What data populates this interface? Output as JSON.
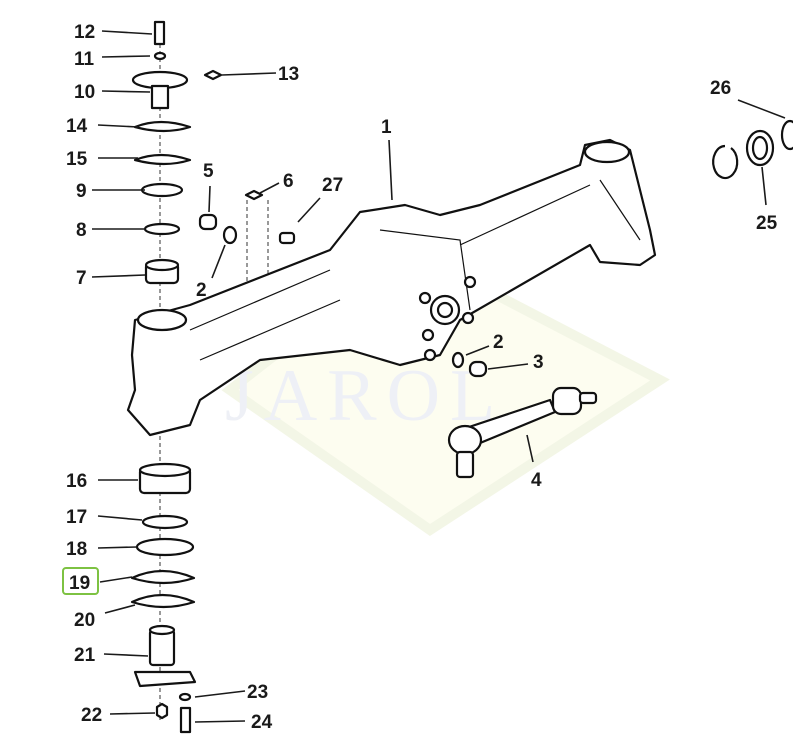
{
  "diagram": {
    "watermark": "JAROL",
    "highlight_color": "#7dc242",
    "highlighted_callout": "19",
    "callouts": [
      {
        "id": "c12",
        "label": "12"
      },
      {
        "id": "c11",
        "label": "11"
      },
      {
        "id": "c10",
        "label": "10"
      },
      {
        "id": "c13",
        "label": "13"
      },
      {
        "id": "c14",
        "label": "14"
      },
      {
        "id": "c15",
        "label": "15"
      },
      {
        "id": "c9",
        "label": "9"
      },
      {
        "id": "c8",
        "label": "8"
      },
      {
        "id": "c7",
        "label": "7"
      },
      {
        "id": "c5",
        "label": "5"
      },
      {
        "id": "c6",
        "label": "6"
      },
      {
        "id": "c27",
        "label": "27"
      },
      {
        "id": "c2a",
        "label": "2"
      },
      {
        "id": "c1",
        "label": "1"
      },
      {
        "id": "c26",
        "label": "26"
      },
      {
        "id": "c25",
        "label": "25"
      },
      {
        "id": "c2b",
        "label": "2"
      },
      {
        "id": "c3",
        "label": "3"
      },
      {
        "id": "c4",
        "label": "4"
      },
      {
        "id": "c16",
        "label": "16"
      },
      {
        "id": "c17",
        "label": "17"
      },
      {
        "id": "c18",
        "label": "18"
      },
      {
        "id": "c19",
        "label": "19"
      },
      {
        "id": "c20",
        "label": "20"
      },
      {
        "id": "c21",
        "label": "21"
      },
      {
        "id": "c22",
        "label": "22"
      },
      {
        "id": "c23",
        "label": "23"
      },
      {
        "id": "c24",
        "label": "24"
      }
    ]
  }
}
